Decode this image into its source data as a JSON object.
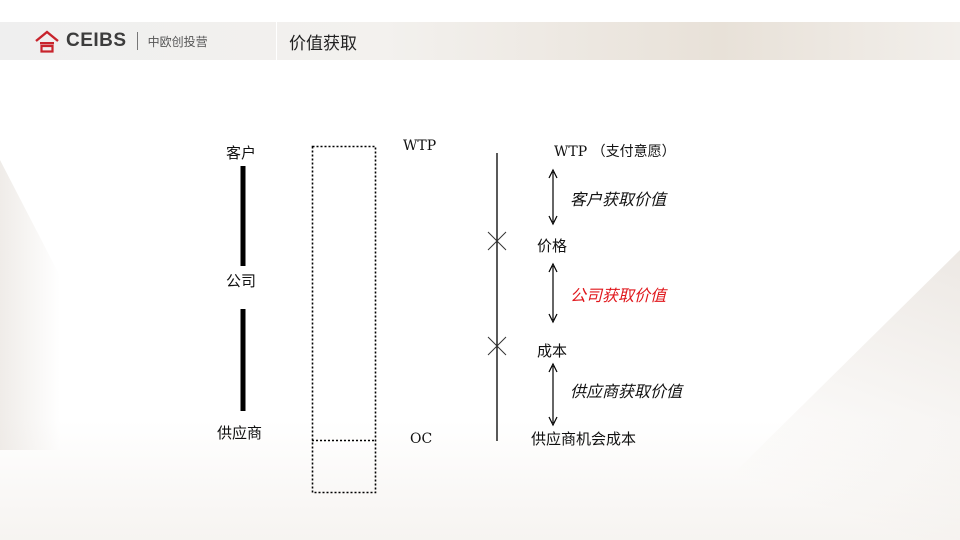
{
  "header": {
    "logo_text": "CEIBS",
    "logo_sub": "中欧创投营",
    "title": "价值获取"
  },
  "left_column": {
    "customer": "客户",
    "company": "公司",
    "supplier": "供应商"
  },
  "middle_labels": {
    "top": "WTP",
    "bottom": "OC"
  },
  "right_column": {
    "wtp": "WTP （支付意愿）",
    "customer_capture": "客户获取价值",
    "price": "价格",
    "company_capture": "公司获取价值",
    "cost": "成本",
    "supplier_capture": "供应商获取价值",
    "supplier_oc": "供应商机会成本"
  },
  "colors": {
    "accent_red": "#e0161b",
    "logo_red": "#c8232c"
  },
  "icons": {
    "logo": "ceibs-logo-mark",
    "price_marker": "cross-icon",
    "cost_marker": "cross-icon"
  }
}
